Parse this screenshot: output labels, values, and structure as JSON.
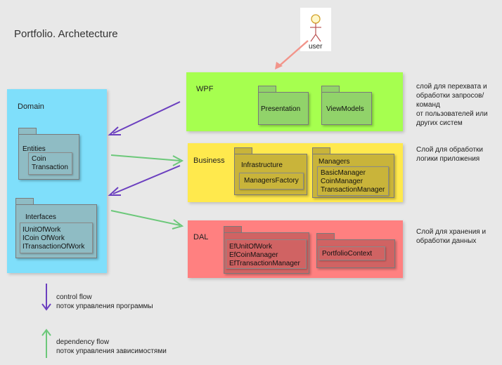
{
  "title": "Portfolio. Archetecture",
  "actor": {
    "label": "user",
    "icon": "stick-figure-user-icon"
  },
  "domain": {
    "label": "Domain",
    "color": "#7fdffb",
    "entities": {
      "label": "Entities",
      "items": [
        "Coin",
        "Transaction"
      ]
    },
    "interfaces": {
      "label": "Interfaces",
      "items": [
        "IUnitOfWork",
        "ICoin OfWork",
        "ITransactionOfWork"
      ]
    }
  },
  "wpf": {
    "label": "WPF",
    "color": "#a6ff4f",
    "packages": [
      "Presentation",
      "ViewModels"
    ],
    "description": [
      "слой для перехвата и",
      "обработки запросов/",
      "команд",
      "от пользователей или",
      "других систем"
    ]
  },
  "business": {
    "label": "Business",
    "color": "#ffe94d",
    "infrastructure": {
      "label": "Infrastructure",
      "items": [
        "ManagersFactory"
      ]
    },
    "managers": {
      "label": "Managers",
      "items": [
        "BasicManager",
        "CoinManager",
        "TransactionManager"
      ]
    },
    "description": [
      "Слой для обработки",
      "логики приложения"
    ]
  },
  "dal": {
    "label": "DAL",
    "color": "#ff8080",
    "ef": {
      "items": [
        "EfUnitOfWork",
        "EfCoinManager",
        "EfTransactionManager"
      ]
    },
    "context": {
      "items": [
        "PortfolioContext"
      ]
    },
    "description": [
      "Слой для хранения и",
      "обработки данных"
    ]
  },
  "legend": {
    "control": {
      "lines": [
        "control flow",
        "поток управления программы"
      ],
      "color": "#6b3fbf"
    },
    "dependency": {
      "lines": [
        "dependency flow",
        "поток управления зависимостями"
      ],
      "color": "#6cc87a"
    }
  },
  "colors": {
    "user_arrow": "#f2948a"
  }
}
